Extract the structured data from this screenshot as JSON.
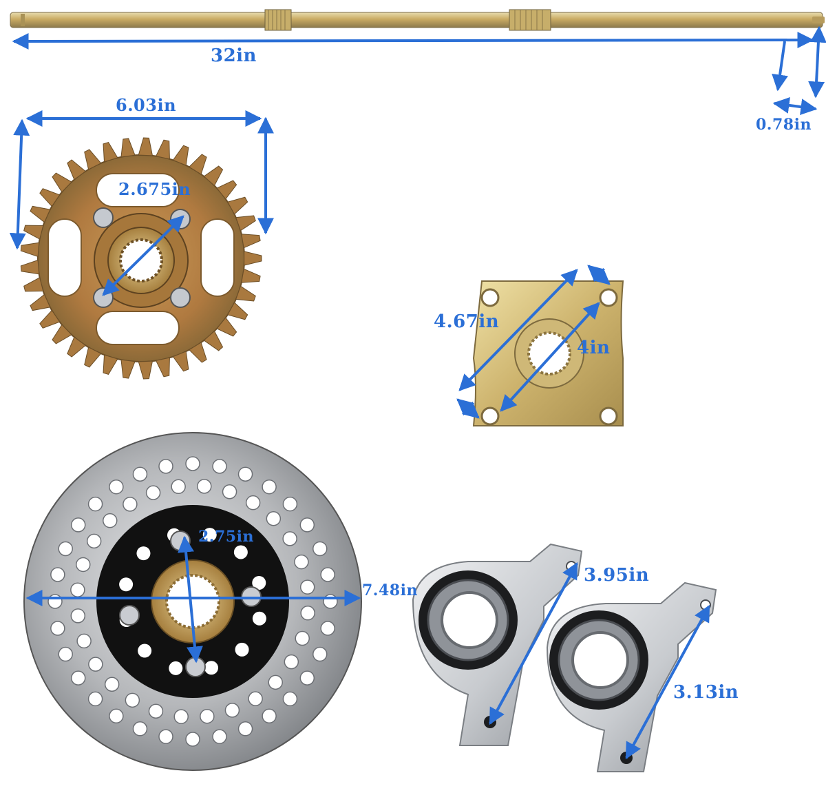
{
  "labels": {
    "axle_length": "32in",
    "axle_diameter": "0.78in",
    "sprocket_outer": "6.03in",
    "sprocket_bolt": "2.675in",
    "hub_diagonal": "4.67in",
    "hub_bolt": "4in",
    "disc_outer": "7.48in",
    "disc_bolt": "2.75in",
    "bearing_length": "3.95in",
    "bearing_holes": "3.13in"
  },
  "colors": {
    "dimension": "#2b6fd6",
    "axle_brass": "#c9b06a",
    "sprocket_metal": "#b98a4a",
    "hub_brass": "#d8c587",
    "disc_steel": "#a8aaad",
    "disc_center": "#111111",
    "bearing_silver": "#d6d8db"
  },
  "icons": [
    "axle-shaft",
    "sprocket",
    "wheel-hub",
    "brake-disc",
    "pillow-block-bearing"
  ]
}
